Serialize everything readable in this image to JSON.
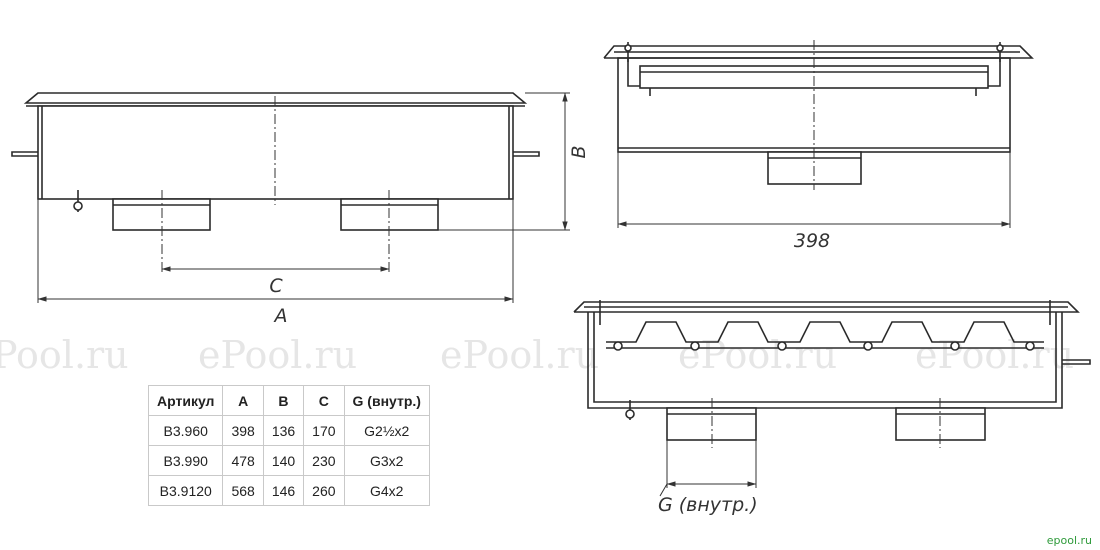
{
  "dimensions": {
    "a_label": "A",
    "b_label": "B",
    "c_label": "C",
    "width_398": "398",
    "g_label": "G (внутр.)"
  },
  "watermarks": [
    "Pool.ru",
    "ePool.ru",
    "ePool.ru",
    "ePool.ru",
    "ePool.ru"
  ],
  "brand": {
    "text": "epool.ru",
    "color": "#2e9a3a"
  },
  "table": {
    "headers": [
      "Артикул",
      "A",
      "B",
      "C",
      "G (внутр.)"
    ],
    "rows": [
      [
        "B3.960",
        "398",
        "136",
        "170",
        "G2½x2"
      ],
      [
        "B3.990",
        "478",
        "140",
        "230",
        "G3x2"
      ],
      [
        "B3.9120",
        "568",
        "146",
        "260",
        "G4x2"
      ]
    ]
  }
}
